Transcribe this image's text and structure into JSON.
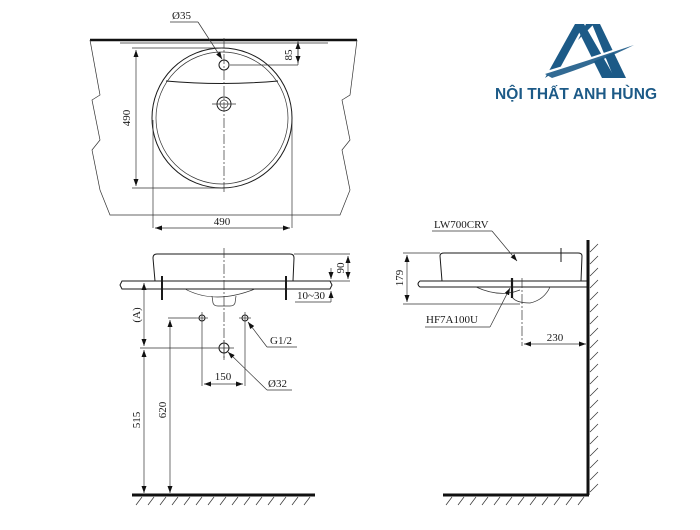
{
  "logo": {
    "brand_name": "NỘI THẤT ANH HÙNG",
    "brand_color": "#1c5a87"
  },
  "top_view": {
    "tap_hole_diameter": "Ø35",
    "tap_hole_offset": "85",
    "depth": "490",
    "width": "490"
  },
  "front_view": {
    "basin_height": "90",
    "counter_thickness": "10~30",
    "reference_label": "(A)",
    "supply_fitting": "G1/2",
    "supply_spacing": "150",
    "drain_diameter": "Ø32",
    "drain_height": "515",
    "supply_height": "620"
  },
  "side_view": {
    "basin_model": "LW700CRV",
    "drain_model": "HF7A100U",
    "total_height": "179",
    "wall_to_drain": "230"
  }
}
